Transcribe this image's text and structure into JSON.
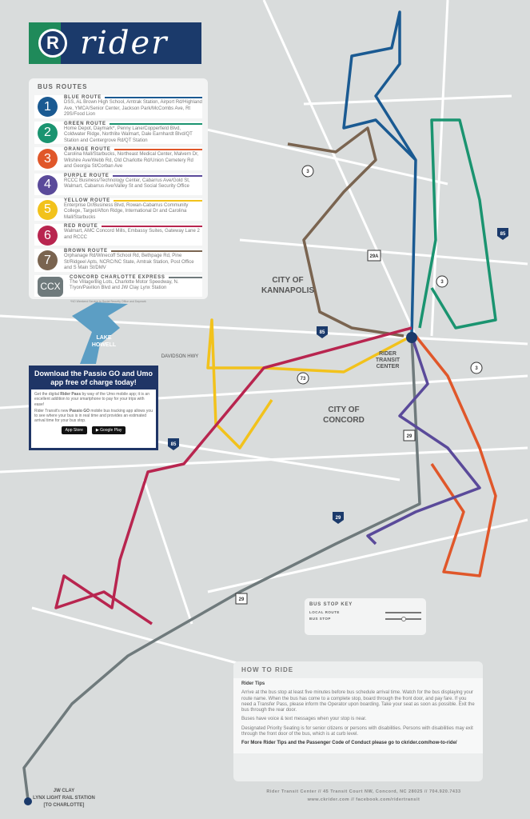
{
  "logo": {
    "letter": "R",
    "word": "rider"
  },
  "bus_routes": {
    "title": "BUS ROUTES",
    "routes": [
      {
        "num": "1",
        "name": "BLUE ROUTE",
        "color": "#1a5a92",
        "stops": "DSS, AL Brown High School, Amtrak Station, Airport Rd/Highland Ave, YMCA/Senior Center, Jackson Park/McCombs Ave, Rt 29S/Food Lion"
      },
      {
        "num": "2",
        "name": "GREEN ROUTE",
        "color": "#1a9470",
        "stops": "Home Depot, Daymark*, Penny Lane/Copperfield Blvd, Coldwater Ridge, Northlite Walmart, Dale Earnhardt Blvd/QT Station and Centergrove Rd/QT Station"
      },
      {
        "num": "3",
        "name": "ORANGE ROUTE",
        "color": "#e0572a",
        "stops": "Carolina Mall/Starbucks, Northeast Medical Center, Malvern Dr, Wilshire Ave/Webb Rd, Old Charlotte Rd/Union Cemetery Rd and Georgia St/Corban Ave"
      },
      {
        "num": "4",
        "name": "PURPLE ROUTE",
        "color": "#5a4a9a",
        "stops": "RCCC Business/Technology Center, Cabarrus Ave/Gold St, Walmart, Cabarrus Ave/Valley St and Social Security Office"
      },
      {
        "num": "5",
        "name": "YELLOW ROUTE",
        "color": "#f2c21c",
        "stops": "Enterprise Dr/Business Blvd, Rowan-Cabarrus Community College, Target/Afton Ridge, International Dr and Carolina Mall/Starbucks"
      },
      {
        "num": "6",
        "name": "RED ROUTE",
        "color": "#b8254f",
        "stops": "Walmart, AMC Concord Mills, Embassy Suites, Gateway Lane 2 and RCCC"
      },
      {
        "num": "7",
        "name": "BROWN ROUTE",
        "color": "#7a6450",
        "stops": "Orphanage Rd/Winecoff School Rd, Bethpage Rd, Pine St/Ridgeel Apts, NCRC/NC State, Amtrak Station, Post Office and S Main St/DMV"
      },
      {
        "num": "CCX",
        "name": "CONCORD CHARLOTTE EXPRESS",
        "color": "#6f7a7c",
        "stops": "The Village/Big Lots, Charlotte Motor Speedway, N. Tryon/Pavilion Blvd and JW Clay Lynx Station"
      }
    ],
    "footnote": "*NO Weekend Service to Social Security Office and Daymark"
  },
  "app_promo": {
    "title": "Download the Passio GO and Umo app free of charge today!",
    "p1_pre": "Get the digital ",
    "p1_bold": "Rider Pass",
    "p1_post": " by way of the Umo mobile app; it is an excellent addition to your smartphone to pay for your trips with ease!",
    "p2_pre": "Rider Transit's new ",
    "p2_bold": "Passio GO",
    "p2_post": " mobile bus tracking app allows you to see where your bus is in real time and provides an estimated arrival time for your bus stop.",
    "app_store": "App Store",
    "google_play": "Google Play"
  },
  "map_labels": {
    "kannapolis": "CITY OF",
    "kannapolis2": "KANNAPOLIS",
    "concord": "CITY OF",
    "concord2": "CONCORD",
    "transit": "RIDER",
    "transit2": "TRANSIT",
    "transit3": "CENTER",
    "lake": "LAKE",
    "lake2": "HOWELL",
    "davidson": "DAVIDSON HWY",
    "jwclay": "JW CLAY",
    "lynx": "LYNX LIGHT RAIL STATION",
    "lynx2": "[TO CHARLOTTE]",
    "shields": [
      "85",
      "29",
      "73",
      "3",
      "29A"
    ]
  },
  "stop_key": {
    "title": "BUS STOP KEY",
    "local": "LOCAL ROUTE",
    "stop": "BUS STOP"
  },
  "how_to_ride": {
    "title": "HOW TO RIDE",
    "subtitle": "Rider Tips",
    "p1": "Arrive at the bus stop at least five minutes before bus schedule arrival time. Watch for the bus displaying your route name. When the bus has come to a complete stop, board through the front door, and pay fare. If you need a Transfer Pass, please inform the Operator upon boarding. Take your seat as soon as possible. Exit the bus through the rear door.",
    "p2": "Buses have voice & text messages when your stop is near.",
    "p3": "Designated Priority Seating is for senior citizens or persons with disabilities. Persons with disabilities may exit through the front door of the bus, which is at curb level.",
    "p4": "For More Rider Tips and the Passenger Code of Conduct please go to ckrider.com/how-to-ride/"
  },
  "footer": {
    "line1": "Rider Transit Center // 45 Transit Court NW, Concord, NC 28025 // 704.920.7433",
    "line2": "www.ckrider.com // facebook.com/ridertransit"
  }
}
